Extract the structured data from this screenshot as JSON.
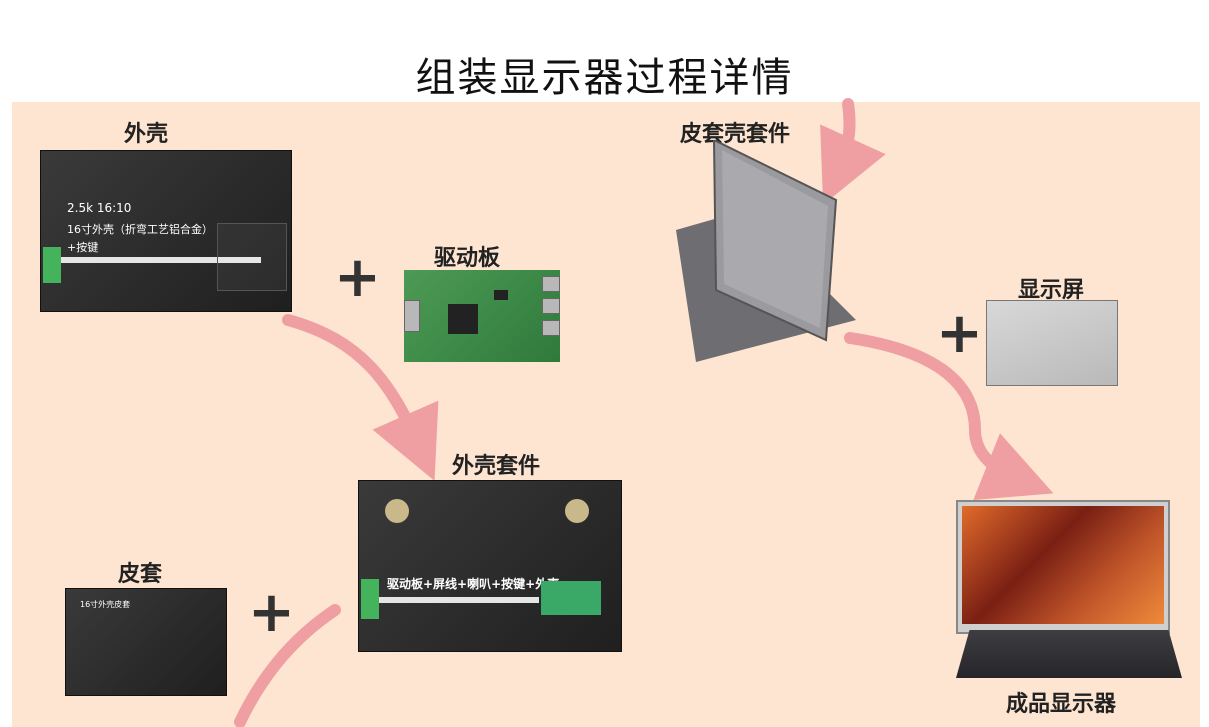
{
  "title": "组装显示器过程详情",
  "labels": {
    "shell": "外壳",
    "driver_board": "驱动板",
    "shell_kit": "外壳套件",
    "leather_case": "皮套",
    "leather_shell_kit": "皮套壳套件",
    "display_panel": "显示屏",
    "finished_monitor": "成品显示器"
  },
  "shell_photo": {
    "line1": "2.5k 16:10",
    "line2": "16寸外壳（折弯工艺铝合金）",
    "line3": "+按键"
  },
  "shell_kit_photo": {
    "caption": "驱动板+屏线+喇叭+按键+外壳"
  },
  "leather_case_photo": {
    "caption": "16寸外壳皮套"
  },
  "plus_sign": "+",
  "colors": {
    "background": "#fde5d1",
    "arrow": "#ef9ea1"
  }
}
